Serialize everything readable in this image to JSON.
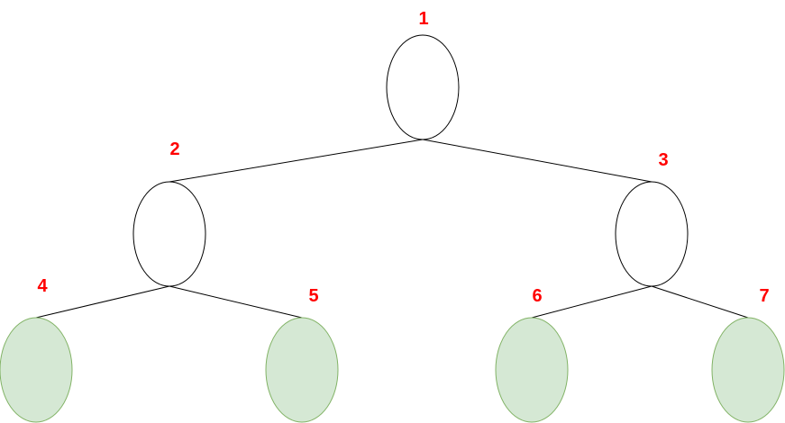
{
  "colors": {
    "label": "#ff0000",
    "edge": "#000000",
    "internal_stroke": "#000000",
    "internal_fill": "#ffffff",
    "leaf_stroke": "#82b366",
    "leaf_fill": "#d5e8d4"
  },
  "nodes": [
    {
      "label": "1",
      "kind": "internal"
    },
    {
      "label": "2",
      "kind": "internal"
    },
    {
      "label": "3",
      "kind": "internal"
    },
    {
      "label": "4",
      "kind": "leaf"
    },
    {
      "label": "5",
      "kind": "leaf"
    },
    {
      "label": "6",
      "kind": "leaf"
    },
    {
      "label": "7",
      "kind": "leaf"
    }
  ],
  "edges": [
    [
      "1",
      "2"
    ],
    [
      "1",
      "3"
    ],
    [
      "2",
      "4"
    ],
    [
      "2",
      "5"
    ],
    [
      "3",
      "6"
    ],
    [
      "3",
      "7"
    ]
  ]
}
